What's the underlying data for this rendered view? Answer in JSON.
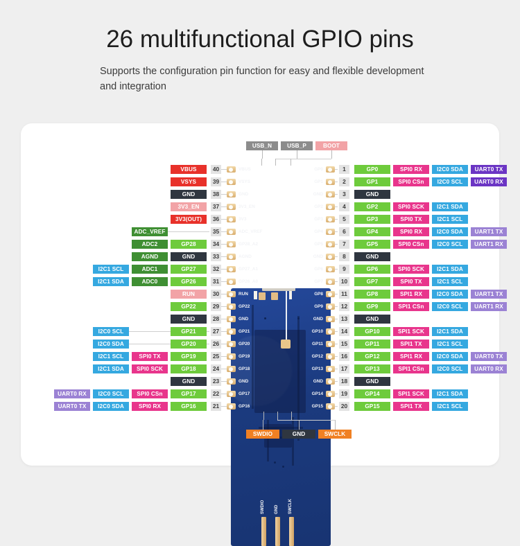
{
  "heading": {
    "title": "26 multifunctional GPIO pins",
    "subtitle": "Supports the configuration pin function for easy and flexible development and integration"
  },
  "colors": {
    "red": "#e8312a",
    "pink_light": "#f2a3a6",
    "dark": "#2f3640",
    "green_gp": "#6ecb3c",
    "green_adc": "#3f8f33",
    "blue_i2c": "#35a8e0",
    "magenta_spi": "#e8358c",
    "purple_uart0": "#6b35c4",
    "purple_uart1": "#9b82d4",
    "grey_usb": "#8c8c8c",
    "orange_swd": "#f08023",
    "pinnum_bg": "#e3e3e3",
    "board": "#1d3f86",
    "gold": "#e8c58a",
    "card": "#ffffff",
    "page_bg": "#efefef"
  },
  "top_labels": [
    {
      "text": "USB_N",
      "color": "grey_usb"
    },
    {
      "text": "USB_P",
      "color": "grey_usb"
    },
    {
      "text": "BOOT",
      "color": "pink_light"
    }
  ],
  "bottom_labels": [
    {
      "text": "SWDIO",
      "color": "orange_swd"
    },
    {
      "text": "GND",
      "color": "dark"
    },
    {
      "text": "SWCLK",
      "color": "orange_swd"
    }
  ],
  "left_pins": [
    {
      "num": "40",
      "silk": "VBUS",
      "cells": [
        null,
        null,
        null,
        {
          "t": "VBUS",
          "c": "red"
        }
      ]
    },
    {
      "num": "39",
      "silk": "VSYS",
      "cells": [
        null,
        null,
        null,
        {
          "t": "VSYS",
          "c": "red"
        }
      ]
    },
    {
      "num": "38",
      "silk": "GND",
      "cells": [
        null,
        null,
        null,
        {
          "t": "GND",
          "c": "dark"
        }
      ]
    },
    {
      "num": "37",
      "silk": "3V3_EN",
      "cells": [
        null,
        null,
        null,
        {
          "t": "3V3_EN",
          "c": "pink_light"
        }
      ]
    },
    {
      "num": "36",
      "silk": "3V3",
      "cells": [
        null,
        null,
        null,
        {
          "t": "3V3(OUT)",
          "c": "red"
        }
      ]
    },
    {
      "num": "35",
      "silk": "ADC_VREF",
      "cells": [
        null,
        null,
        {
          "t": "ADC_VREF",
          "c": "green_adc",
          "lead": true
        },
        null
      ]
    },
    {
      "num": "34",
      "silk": "GP28_A2",
      "cells": [
        null,
        null,
        {
          "t": "ADC2",
          "c": "green_adc"
        },
        {
          "t": "GP28",
          "c": "green_gp"
        }
      ]
    },
    {
      "num": "33",
      "silk": "AGND",
      "cells": [
        null,
        null,
        {
          "t": "AGND",
          "c": "green_adc"
        },
        {
          "t": "GND",
          "c": "dark"
        }
      ]
    },
    {
      "num": "32",
      "silk": "GP27_A1",
      "cells": [
        null,
        {
          "t": "I2C1 SCL",
          "c": "blue_i2c"
        },
        {
          "t": "ADC1",
          "c": "green_adc"
        },
        {
          "t": "GP27",
          "c": "green_gp"
        }
      ]
    },
    {
      "num": "31",
      "silk": "GP26_A0",
      "cells": [
        null,
        {
          "t": "I2C1 SDA",
          "c": "blue_i2c"
        },
        {
          "t": "ADC0",
          "c": "green_adc"
        },
        {
          "t": "GP26",
          "c": "green_gp"
        }
      ]
    },
    {
      "num": "30",
      "silk": "RUN",
      "cells": [
        null,
        null,
        null,
        {
          "t": "RUN",
          "c": "pink_light"
        }
      ]
    },
    {
      "num": "29",
      "silk": "GP22",
      "cells": [
        null,
        null,
        null,
        {
          "t": "GP22",
          "c": "green_gp"
        }
      ]
    },
    {
      "num": "28",
      "silk": "GND",
      "cells": [
        null,
        null,
        null,
        {
          "t": "GND",
          "c": "dark"
        }
      ]
    },
    {
      "num": "27",
      "silk": "GP21",
      "cells": [
        null,
        {
          "t": "I2C0 SCL",
          "c": "blue_i2c",
          "lead": true
        },
        null,
        {
          "t": "GP21",
          "c": "green_gp"
        }
      ]
    },
    {
      "num": "26",
      "silk": "GP20",
      "cells": [
        null,
        {
          "t": "I2C0 SDA",
          "c": "blue_i2c",
          "lead": true
        },
        null,
        {
          "t": "GP20",
          "c": "green_gp"
        }
      ]
    },
    {
      "num": "25",
      "silk": "GP19",
      "cells": [
        null,
        {
          "t": "I2C1 SCL",
          "c": "blue_i2c"
        },
        {
          "t": "SPI0 TX",
          "c": "magenta_spi"
        },
        {
          "t": "GP19",
          "c": "green_gp"
        }
      ]
    },
    {
      "num": "24",
      "silk": "GP18",
      "cells": [
        null,
        {
          "t": "I2C1 SDA",
          "c": "blue_i2c"
        },
        {
          "t": "SPI0 SCK",
          "c": "magenta_spi"
        },
        {
          "t": "GP18",
          "c": "green_gp"
        }
      ]
    },
    {
      "num": "23",
      "silk": "GND",
      "cells": [
        null,
        null,
        null,
        {
          "t": "GND",
          "c": "dark"
        }
      ]
    },
    {
      "num": "22",
      "silk": "GP17",
      "cells": [
        {
          "t": "UART0 RX",
          "c": "purple_uart1"
        },
        {
          "t": "I2C0 SCL",
          "c": "blue_i2c"
        },
        {
          "t": "SPI0 CSn",
          "c": "magenta_spi"
        },
        {
          "t": "GP17",
          "c": "green_gp"
        }
      ]
    },
    {
      "num": "21",
      "silk": "GP16",
      "cells": [
        {
          "t": "UART0 TX",
          "c": "purple_uart1"
        },
        {
          "t": "I2C0 SDA",
          "c": "blue_i2c"
        },
        {
          "t": "SPI0 RX",
          "c": "magenta_spi"
        },
        {
          "t": "GP16",
          "c": "green_gp"
        }
      ]
    }
  ],
  "right_pins": [
    {
      "num": "1",
      "silk": "GP0",
      "cells": [
        {
          "t": "GP0",
          "c": "green_gp"
        },
        {
          "t": "SPI0 RX",
          "c": "magenta_spi"
        },
        {
          "t": "I2C0 SDA",
          "c": "blue_i2c"
        },
        {
          "t": "UART0 TX",
          "c": "purple_uart0"
        }
      ]
    },
    {
      "num": "2",
      "silk": "GP1",
      "cells": [
        {
          "t": "GP1",
          "c": "green_gp"
        },
        {
          "t": "SPI0 CSn",
          "c": "magenta_spi"
        },
        {
          "t": "I2C0 SCL",
          "c": "blue_i2c"
        },
        {
          "t": "UART0 RX",
          "c": "purple_uart0"
        }
      ]
    },
    {
      "num": "3",
      "silk": "GND",
      "cells": [
        {
          "t": "GND",
          "c": "dark"
        },
        null,
        null,
        null
      ]
    },
    {
      "num": "4",
      "silk": "GP2",
      "cells": [
        {
          "t": "GP2",
          "c": "green_gp"
        },
        {
          "t": "SPI0 SCK",
          "c": "magenta_spi"
        },
        {
          "t": "I2C1 SDA",
          "c": "blue_i2c"
        },
        null
      ]
    },
    {
      "num": "5",
      "silk": "GP3",
      "cells": [
        {
          "t": "GP3",
          "c": "green_gp"
        },
        {
          "t": "SPI0 TX",
          "c": "magenta_spi"
        },
        {
          "t": "I2C1 SCL",
          "c": "blue_i2c"
        },
        null
      ]
    },
    {
      "num": "6",
      "silk": "GP4",
      "cells": [
        {
          "t": "GP4",
          "c": "green_gp"
        },
        {
          "t": "SPI0 RX",
          "c": "magenta_spi"
        },
        {
          "t": "I2C0 SDA",
          "c": "blue_i2c"
        },
        {
          "t": "UART1 TX",
          "c": "purple_uart1"
        }
      ]
    },
    {
      "num": "7",
      "silk": "GP5",
      "cells": [
        {
          "t": "GP5",
          "c": "green_gp"
        },
        {
          "t": "SPI0 CSn",
          "c": "magenta_spi"
        },
        {
          "t": "I2C0 SCL",
          "c": "blue_i2c"
        },
        {
          "t": "UART1 RX",
          "c": "purple_uart1"
        }
      ]
    },
    {
      "num": "8",
      "silk": "GND",
      "cells": [
        {
          "t": "GND",
          "c": "dark"
        },
        null,
        null,
        null
      ]
    },
    {
      "num": "9",
      "silk": "GP6",
      "cells": [
        {
          "t": "GP6",
          "c": "green_gp"
        },
        {
          "t": "SPI0 SCK",
          "c": "magenta_spi"
        },
        {
          "t": "I2C1 SDA",
          "c": "blue_i2c"
        },
        null
      ]
    },
    {
      "num": "10",
      "silk": "GP7",
      "cells": [
        {
          "t": "GP7",
          "c": "green_gp"
        },
        {
          "t": "SPI0 TX",
          "c": "magenta_spi"
        },
        {
          "t": "I2C1 SCL",
          "c": "blue_i2c"
        },
        null
      ]
    },
    {
      "num": "11",
      "silk": "GP8",
      "cells": [
        {
          "t": "GP8",
          "c": "green_gp"
        },
        {
          "t": "SPI1 RX",
          "c": "magenta_spi"
        },
        {
          "t": "I2C0 SDA",
          "c": "blue_i2c"
        },
        {
          "t": "UART1 TX",
          "c": "purple_uart1"
        }
      ]
    },
    {
      "num": "12",
      "silk": "GP9",
      "cells": [
        {
          "t": "GP9",
          "c": "green_gp"
        },
        {
          "t": "SPI1 CSn",
          "c": "magenta_spi"
        },
        {
          "t": "I2C0 SCL",
          "c": "blue_i2c"
        },
        {
          "t": "UART1 RX",
          "c": "purple_uart1"
        }
      ]
    },
    {
      "num": "13",
      "silk": "GND",
      "cells": [
        {
          "t": "GND",
          "c": "dark"
        },
        null,
        null,
        null
      ]
    },
    {
      "num": "14",
      "silk": "GP10",
      "cells": [
        {
          "t": "GP10",
          "c": "green_gp"
        },
        {
          "t": "SPI1 SCK",
          "c": "magenta_spi"
        },
        {
          "t": "I2C1 SDA",
          "c": "blue_i2c"
        },
        null
      ]
    },
    {
      "num": "15",
      "silk": "GP11",
      "cells": [
        {
          "t": "GP11",
          "c": "green_gp"
        },
        {
          "t": "SPI1 TX",
          "c": "magenta_spi"
        },
        {
          "t": "I2C1 SCL",
          "c": "blue_i2c"
        },
        null
      ]
    },
    {
      "num": "16",
      "silk": "GP12",
      "cells": [
        {
          "t": "GP12",
          "c": "green_gp"
        },
        {
          "t": "SPI1 RX",
          "c": "magenta_spi"
        },
        {
          "t": "I2C0 SDA",
          "c": "blue_i2c"
        },
        {
          "t": "UART0 TX",
          "c": "purple_uart1"
        }
      ]
    },
    {
      "num": "17",
      "silk": "GP13",
      "cells": [
        {
          "t": "GP13",
          "c": "green_gp"
        },
        {
          "t": "SPI1 CSn",
          "c": "magenta_spi"
        },
        {
          "t": "I2C0 SCL",
          "c": "blue_i2c"
        },
        {
          "t": "UART0 RX",
          "c": "purple_uart1"
        }
      ]
    },
    {
      "num": "18",
      "silk": "GND",
      "cells": [
        {
          "t": "GND",
          "c": "dark"
        },
        null,
        null,
        null
      ]
    },
    {
      "num": "19",
      "silk": "GP14",
      "cells": [
        {
          "t": "GP14",
          "c": "green_gp"
        },
        {
          "t": "SPI1 SCK",
          "c": "magenta_spi"
        },
        {
          "t": "I2C1 SDA",
          "c": "blue_i2c"
        },
        null
      ]
    },
    {
      "num": "20",
      "silk": "GP15",
      "cells": [
        {
          "t": "GP15",
          "c": "green_gp"
        },
        {
          "t": "SPI1 TX",
          "c": "magenta_spi"
        },
        {
          "t": "I2C1 SCL",
          "c": "blue_i2c"
        },
        null
      ]
    }
  ],
  "board_vertical_labels": [
    "SWDIO",
    "GND",
    "SWCLK"
  ]
}
